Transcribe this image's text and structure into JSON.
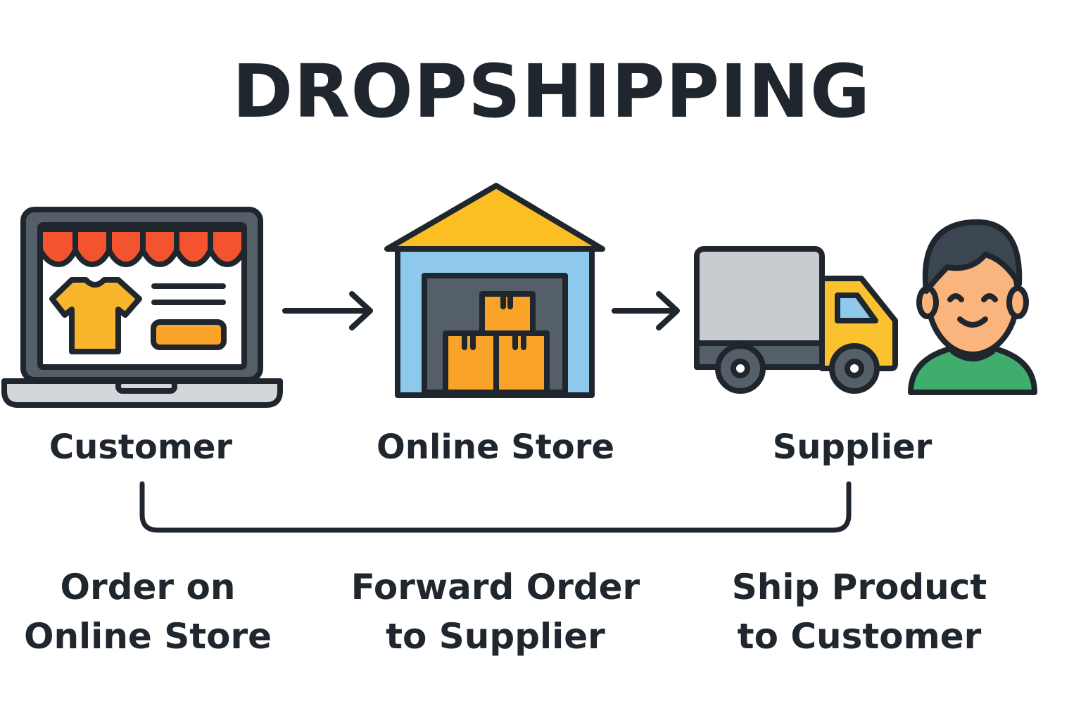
{
  "title": "DROPSHIPPING",
  "nodes": [
    {
      "label": "Customer",
      "icon": "laptop-storefront-icon"
    },
    {
      "label": "Online Store",
      "icon": "warehouse-icon"
    },
    {
      "label": "Supplier",
      "icon": "truck-icon"
    }
  ],
  "person_icon": "person-avatar-icon",
  "steps": [
    {
      "line1": "Order on",
      "line2": "Online Store"
    },
    {
      "line1": "Forward Order",
      "line2": "to Supplier"
    },
    {
      "line1": "Ship Product",
      "line2": "to Customer"
    }
  ],
  "colors": {
    "outline": "#1f262d",
    "awning": "#f4532f",
    "product": "#f9a429",
    "roof": "#fbbf24",
    "wall": "#8ec9ec",
    "door": "#555f68",
    "truck_cargo": "#c8ccd1",
    "truck_cab": "#f9c22e",
    "skin": "#f9b57d",
    "shirt": "#3fae6c"
  }
}
